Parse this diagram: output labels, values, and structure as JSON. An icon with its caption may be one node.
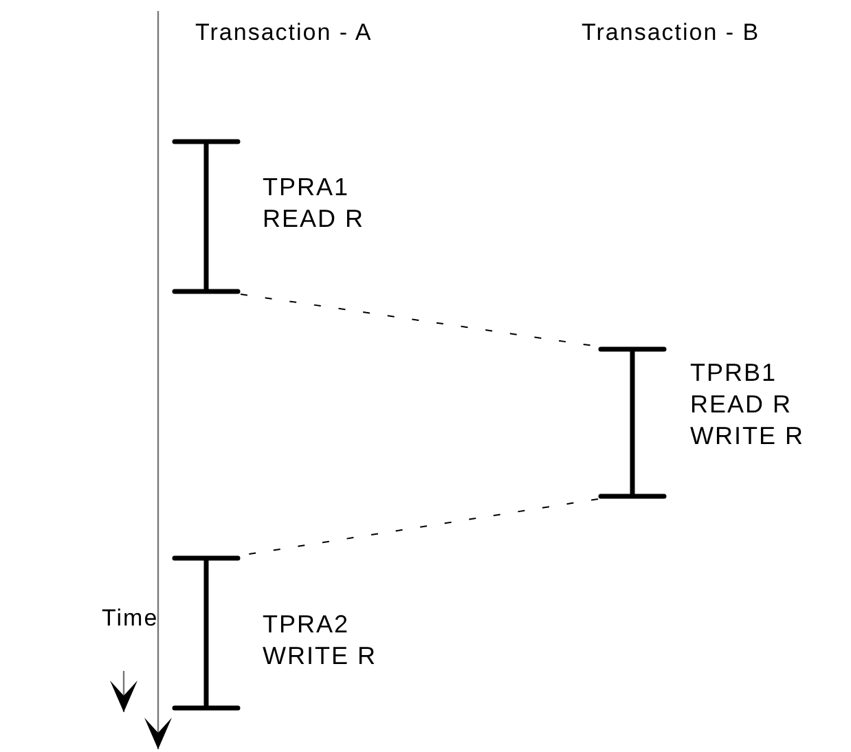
{
  "diagram": {
    "nodes": [
      {
        "text": [
          "TPRA1",
          "READ R"
        ]
      },
      {
        "text": [
          "TPRB1",
          "READ R WRITE R"
        ]
      },
      {
        "text": [
          "TPRA2",
          "WRITE R"
        ]
      }
    ],
    "edges": [
      {
        "from": 0,
        "to": 1,
        "arrow": "none",
        "style": "dashed"
      },
      {
        "from": 1,
        "to": 2,
        "arrow": "none",
        "style": "dashed"
      }
    ],
    "labels": [
      "Transaction - A",
      "Transaction - B",
      "Time"
    ]
  }
}
